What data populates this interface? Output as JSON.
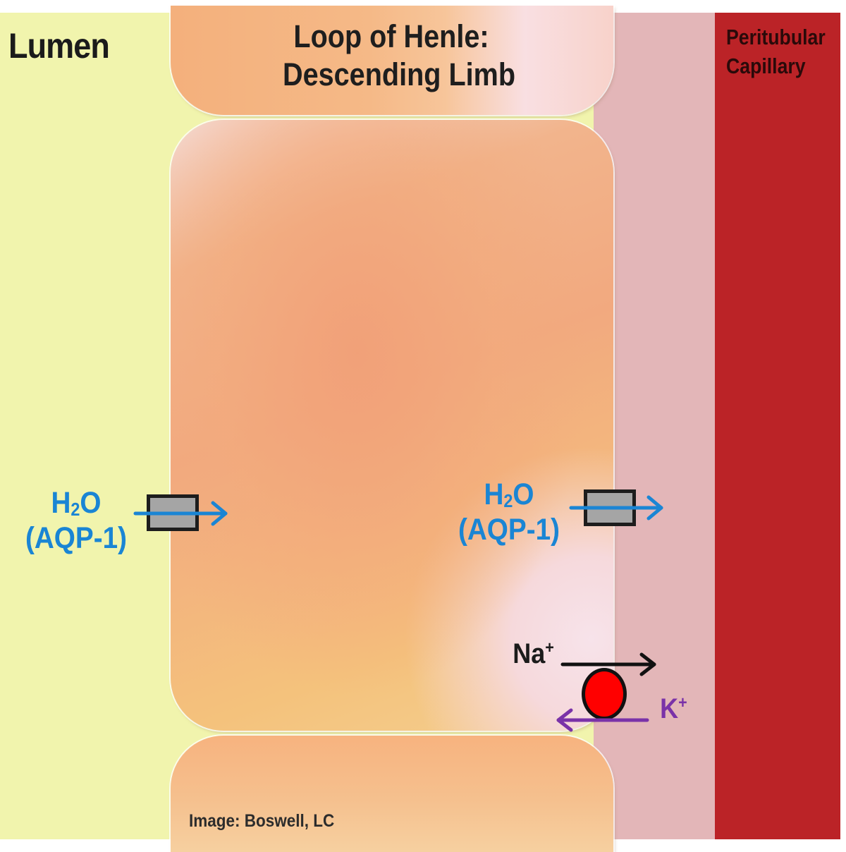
{
  "title_line1": "Loop of Henle:",
  "title_line2": "Descending Limb",
  "lumen_label": "Lumen",
  "capillary_line1": "Peritubular",
  "capillary_line2": "Capillary",
  "left_transport": {
    "molecule_prefix": "H",
    "molecule_subscript": "2",
    "molecule_suffix": "O",
    "channel": "(AQP-1)"
  },
  "right_transport": {
    "molecule_prefix": "H",
    "molecule_subscript": "2",
    "molecule_suffix": "O",
    "channel": "(AQP-1)"
  },
  "pump": {
    "na_symbol": "Na",
    "na_charge": "+",
    "k_symbol": "K",
    "k_charge": "+"
  },
  "credit": "Image: Boswell, LC",
  "colors": {
    "lumen": "#f1f4ad",
    "interstitium": "#e3b6b8",
    "capillary": "#bb2327",
    "water_arrow": "#1a85d4",
    "potassium_arrow": "#7a32a8",
    "pump": "#ff0000"
  }
}
